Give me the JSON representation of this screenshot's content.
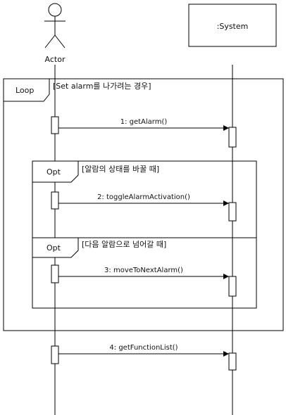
{
  "actor": {
    "label": "Actor"
  },
  "system": {
    "label": ":System"
  },
  "frames": {
    "loop": {
      "operator": "Loop",
      "guard": "[Set alarm를 나가려는 경우]"
    },
    "opt1": {
      "operator": "Opt",
      "guard": "[알람의 상태를 바꿀 때]"
    },
    "opt2": {
      "operator": "Opt",
      "guard": "[다음 알람으로 넘어갈 때]"
    }
  },
  "messages": [
    {
      "label": "1: getAlarm()"
    },
    {
      "label": "2: toggleAlarmActivation()"
    },
    {
      "label": "3: moveToNextAlarm()"
    },
    {
      "label": "4: getFunctionList()"
    }
  ]
}
